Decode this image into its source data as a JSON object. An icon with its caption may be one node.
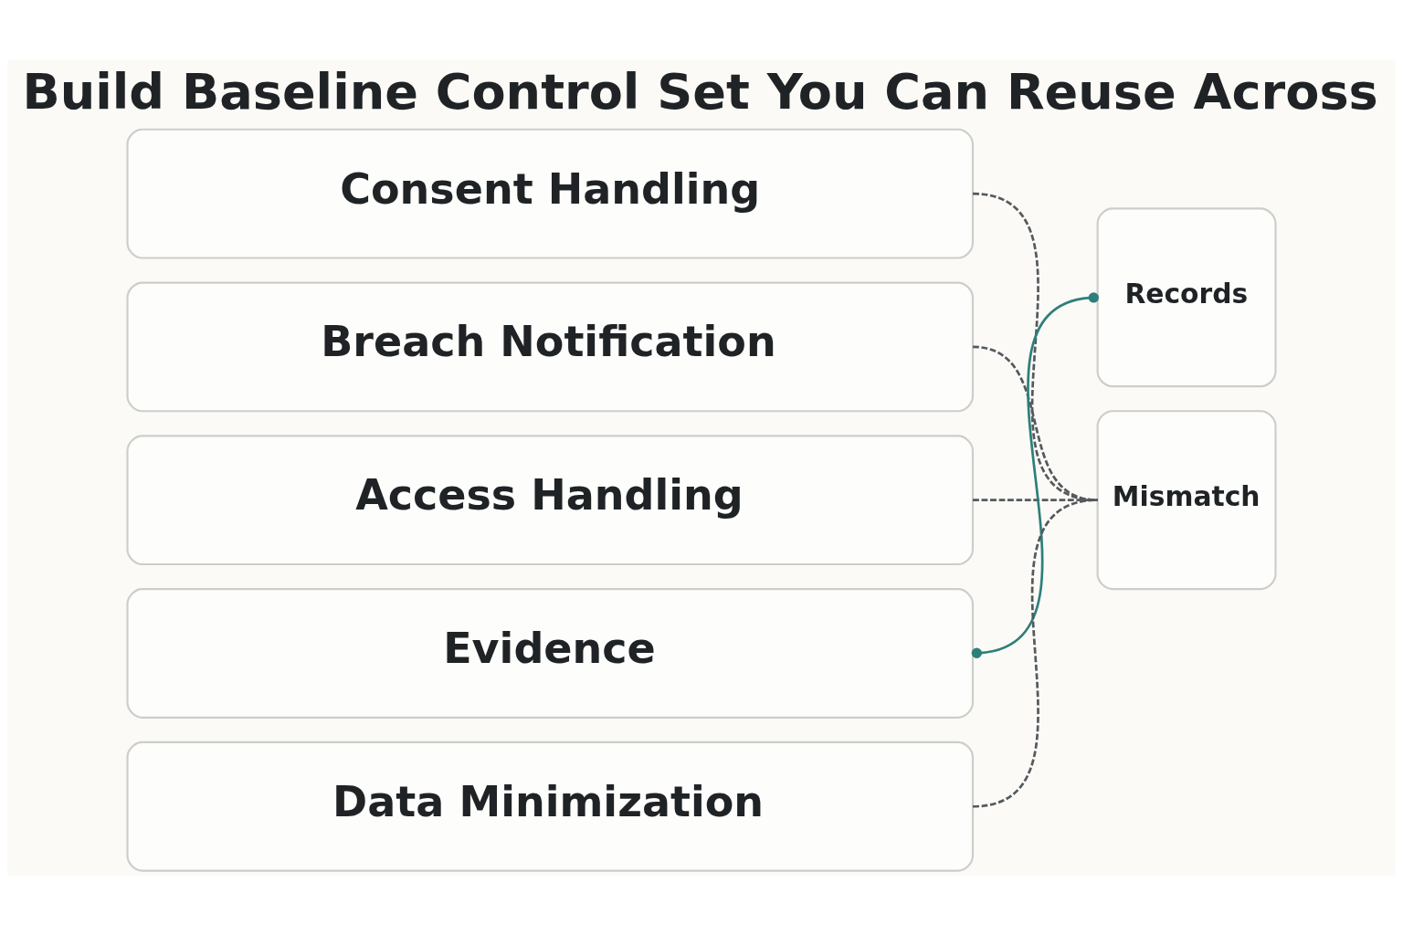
{
  "diagram": {
    "title": "Build Baseline Control Set You Can Reuse Across",
    "nodes": [
      {
        "text": [
          "Consent Handling"
        ]
      },
      {
        "text": [
          "Breach Notification"
        ]
      },
      {
        "text": [
          "Access Handling"
        ]
      },
      {
        "text": [
          "Evidence"
        ]
      },
      {
        "text": [
          "Data Minimization"
        ]
      },
      {
        "text": [
          "Records"
        ]
      },
      {
        "text": [
          "Mismatch"
        ]
      }
    ],
    "edges": [
      {
        "from": 0,
        "to": 6,
        "arrow": "none",
        "style": "dashed"
      },
      {
        "from": 1,
        "to": 6,
        "arrow": "none",
        "style": "dashed"
      },
      {
        "from": 2,
        "to": 6,
        "arrow": "none",
        "style": "dashed"
      },
      {
        "from": 3,
        "to": 5,
        "arrow": "other",
        "color": "#2e7f7a"
      },
      {
        "from": 4,
        "to": 6,
        "arrow": "none",
        "style": "dashed"
      }
    ]
  }
}
